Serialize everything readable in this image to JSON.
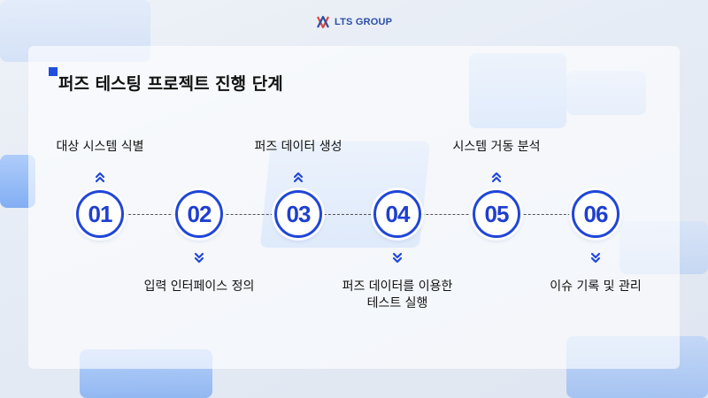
{
  "brand": {
    "name": "LTS GROUP",
    "accent": "#2046d8"
  },
  "title": "퍼즈 테스팅 프로젝트 진행 단계",
  "steps": [
    {
      "number": "01",
      "label": "대상 시스템 식별",
      "position": "top"
    },
    {
      "number": "02",
      "label": "입력 인터페이스 정의",
      "position": "bottom"
    },
    {
      "number": "03",
      "label": "퍼즈 데이터 생성",
      "position": "top"
    },
    {
      "number": "04",
      "label": "퍼즈 데이터를 이용한\n테스트 실행",
      "label_line1": "퍼즈 데이터를 이용한",
      "label_line2": "테스트 실행",
      "position": "bottom"
    },
    {
      "number": "05",
      "label": "시스템 거동 분석",
      "position": "top"
    },
    {
      "number": "06",
      "label": "이슈 기록 및 관리",
      "position": "bottom"
    }
  ]
}
